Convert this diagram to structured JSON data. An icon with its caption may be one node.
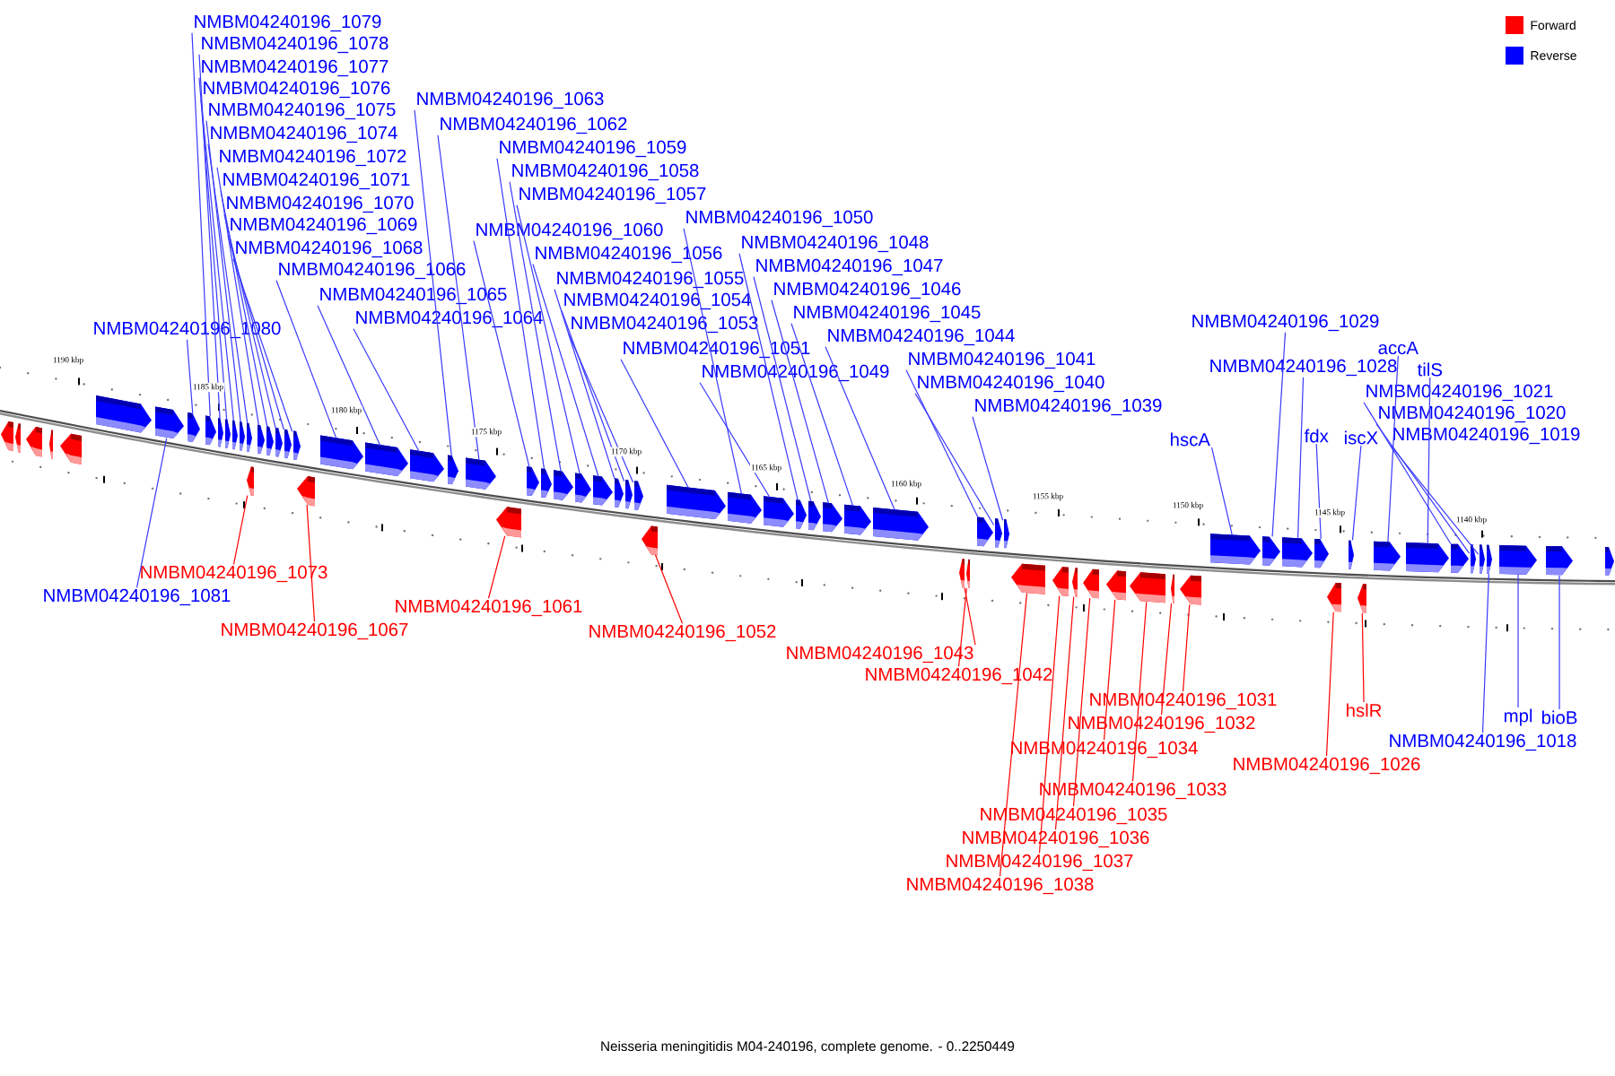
{
  "diagram": {
    "caption": "Neisseria meningitidis M04-240196, complete genome. - 0..2250449",
    "nodes": [
      {
        "text": [
          "NMBM04240196_1079"
        ]
      },
      {
        "text": [
          "NMBM04240196_1078"
        ]
      },
      {
        "text": [
          "NMBM04240196_1077"
        ]
      },
      {
        "text": [
          "NMBM04240196_1076"
        ]
      },
      {
        "text": [
          "NMBM04240196_1075"
        ]
      },
      {
        "text": [
          "NMBM04240196_1074"
        ]
      },
      {
        "text": [
          "NMBM04240196_1072"
        ]
      },
      {
        "text": [
          "NMBM04240196_1071"
        ]
      },
      {
        "text": [
          "NMBM04240196_1070"
        ]
      },
      {
        "text": [
          "NMBM04240196_1069"
        ]
      },
      {
        "text": [
          "NMBM04240196_1068"
        ]
      },
      {
        "text": [
          "NMBM04240196_1066"
        ]
      },
      {
        "text": [
          "NMBM04240196_1065"
        ]
      },
      {
        "text": [
          "NMBM04240196_1064"
        ]
      },
      {
        "text": [
          "NMBM04240196_1080"
        ]
      },
      {
        "text": [
          "NMBM04240196_1063"
        ]
      },
      {
        "text": [
          "NMBM04240196_1062"
        ]
      },
      {
        "text": [
          "NMBM04240196_1059"
        ]
      },
      {
        "text": [
          "NMBM04240196_1058"
        ]
      },
      {
        "text": [
          "NMBM04240196_1057"
        ]
      },
      {
        "text": [
          "NMBM04240196_1060"
        ]
      },
      {
        "text": [
          "NMBM04240196_1056"
        ]
      },
      {
        "text": [
          "NMBM04240196_1055"
        ]
      },
      {
        "text": [
          "NMBM04240196_1054"
        ]
      },
      {
        "text": [
          "NMBM04240196_1053"
        ]
      },
      {
        "text": [
          "NMBM04240196_1051"
        ]
      },
      {
        "text": [
          "NMBM04240196_1049"
        ]
      },
      {
        "text": [
          "NMBM04240196_1050"
        ]
      },
      {
        "text": [
          "NMBM04240196_1048"
        ]
      },
      {
        "text": [
          "NMBM04240196_1047"
        ]
      },
      {
        "text": [
          "NMBM04240196_1046"
        ]
      },
      {
        "text": [
          "NMBM04240196_1045"
        ]
      },
      {
        "text": [
          "NMBM04240196_1044"
        ]
      },
      {
        "text": [
          "NMBM04240196_1041"
        ]
      },
      {
        "text": [
          "NMBM04240196_1040"
        ]
      },
      {
        "text": [
          "NMBM04240196_1039"
        ]
      },
      {
        "text": [
          "NMBM04240196_1029"
        ]
      },
      {
        "text": [
          "NMBM04240196_1028"
        ]
      },
      {
        "text": [
          "accA"
        ]
      },
      {
        "text": [
          "tilS"
        ]
      },
      {
        "text": [
          "NMBM04240196_1021"
        ]
      },
      {
        "text": [
          "NMBM04240196_1020"
        ]
      },
      {
        "text": [
          "NMBM04240196_1019"
        ]
      },
      {
        "text": [
          "hscA"
        ]
      },
      {
        "text": [
          "fdx"
        ]
      },
      {
        "text": [
          "iscX"
        ]
      },
      {
        "text": [
          "NMBM04240196_1073"
        ]
      },
      {
        "text": [
          "NMBM04240196_1081"
        ]
      },
      {
        "text": [
          "NMBM04240196_1067"
        ]
      },
      {
        "text": [
          "NMBM04240196_1061"
        ]
      },
      {
        "text": [
          "NMBM04240196_1052"
        ]
      },
      {
        "text": [
          "NMBM04240196_1043"
        ]
      },
      {
        "text": [
          "NMBM04240196_1042"
        ]
      },
      {
        "text": [
          "NMBM04240196_1031"
        ]
      },
      {
        "text": [
          "NMBM04240196_1032"
        ]
      },
      {
        "text": [
          "NMBM04240196_1034"
        ]
      },
      {
        "text": [
          "NMBM04240196_1033"
        ]
      },
      {
        "text": [
          "NMBM04240196_1035"
        ]
      },
      {
        "text": [
          "NMBM04240196_1036"
        ]
      },
      {
        "text": [
          "NMBM04240196_1037"
        ]
      },
      {
        "text": [
          "NMBM04240196_1038"
        ]
      },
      {
        "text": [
          "NMBM04240196_1026"
        ]
      },
      {
        "text": [
          "hslR"
        ]
      },
      {
        "text": [
          "NMBM04240196_1018"
        ]
      },
      {
        "text": [
          "mpl"
        ]
      },
      {
        "text": [
          "bioB"
        ]
      },
      {
        "text": [],
        "shape": "arrow"
      },
      {
        "text": [],
        "shape": "arrow"
      },
      {
        "text": [],
        "shape": "arrow"
      },
      {
        "text": [],
        "shape": "arrow"
      },
      {
        "text": [],
        "shape": "arrow"
      },
      {
        "text": [],
        "shape": "arrow"
      },
      {
        "text": [],
        "shape": "arrow"
      },
      {
        "text": [],
        "shape": "arrow"
      },
      {
        "text": [],
        "shape": "arrow"
      },
      {
        "text": [],
        "shape": "arrow"
      },
      {
        "text": [],
        "shape": "arrow"
      },
      {
        "text": [],
        "shape": "arrow"
      },
      {
        "text": [],
        "shape": "arrow"
      },
      {
        "text": [],
        "shape": "arrow"
      },
      {
        "text": [],
        "shape": "arrow"
      },
      {
        "text": [],
        "shape": "arrow"
      },
      {
        "text": [],
        "shape": "arrow"
      },
      {
        "text": [],
        "shape": "arrow"
      },
      {
        "text": [],
        "shape": "arrow"
      },
      {
        "text": [],
        "shape": "arrow"
      },
      {
        "text": [],
        "shape": "arrow"
      },
      {
        "text": [],
        "shape": "arrow"
      },
      {
        "text": [],
        "shape": "arrow"
      },
      {
        "text": [],
        "shape": "arrow"
      },
      {
        "text": [],
        "shape": "arrow"
      },
      {
        "text": [],
        "shape": "arrow"
      },
      {
        "text": [],
        "shape": "arrow"
      },
      {
        "text": [],
        "shape": "arrow"
      },
      {
        "text": [],
        "shape": "arrow"
      },
      {
        "text": [],
        "shape": "arrow"
      },
      {
        "text": [],
        "shape": "arrow"
      },
      {
        "text": [],
        "shape": "arrow"
      },
      {
        "text": [],
        "shape": "arrow"
      },
      {
        "text": [],
        "shape": "arrow"
      },
      {
        "text": [],
        "shape": "arrow"
      },
      {
        "text": [],
        "shape": "arrow"
      },
      {
        "text": [],
        "shape": "arrow"
      },
      {
        "text": [],
        "shape": "arrow"
      },
      {
        "text": [],
        "shape": "arrow"
      },
      {
        "text": [],
        "shape": "arrow"
      },
      {
        "text": [],
        "shape": "arrow"
      },
      {
        "text": [],
        "shape": "arrow"
      },
      {
        "text": [],
        "shape": "arrow"
      },
      {
        "text": [],
        "shape": "arrow"
      },
      {
        "text": [],
        "shape": "arrow"
      },
      {
        "text": [],
        "shape": "arrow"
      },
      {
        "text": [],
        "shape": "arrow"
      },
      {
        "text": [],
        "shape": "arrow"
      },
      {
        "text": [],
        "shape": "arrow"
      },
      {
        "text": [],
        "shape": "arrow"
      },
      {
        "text": [],
        "shape": "arrow"
      },
      {
        "text": [],
        "shape": "arrow"
      },
      {
        "text": [],
        "shape": "arrow"
      },
      {
        "text": [],
        "shape": "arrow"
      },
      {
        "text": [],
        "shape": "arrow"
      },
      {
        "text": [],
        "shape": "arrow"
      },
      {
        "text": [],
        "shape": "arrow"
      },
      {
        "text": [],
        "shape": "arrow"
      },
      {
        "text": [],
        "shape": "arrow"
      },
      {
        "text": [],
        "shape": "arrow"
      },
      {
        "text": [],
        "shape": "arrow"
      },
      {
        "text": [],
        "shape": "arrow"
      },
      {
        "text": [],
        "shape": "arrow"
      },
      {
        "text": [],
        "shape": "arrow"
      },
      {
        "text": [],
        "shape": "arrow"
      },
      {
        "text": [],
        "shape": "arrow"
      },
      {
        "text": [],
        "shape": "arrow"
      },
      {
        "text": [],
        "shape": "arrow"
      },
      {
        "text": [],
        "shape": "arrow"
      },
      {
        "text": [],
        "shape": "arrow"
      },
      {
        "text": [],
        "shape": "arrow"
      },
      {
        "text": [],
        "shape": "arrow"
      },
      {
        "text": [],
        "shape": "arrow"
      }
    ],
    "edges": [
      {
        "from": 0,
        "to": 69,
        "arrow": "none"
      },
      {
        "from": 1,
        "to": 70,
        "arrow": "none"
      },
      {
        "from": 2,
        "to": 71,
        "arrow": "none"
      },
      {
        "from": 3,
        "to": 72,
        "arrow": "none"
      },
      {
        "from": 4,
        "to": 73,
        "arrow": "none"
      },
      {
        "from": 5,
        "to": 74,
        "arrow": "none"
      },
      {
        "from": 6,
        "to": 75,
        "arrow": "none"
      },
      {
        "from": 7,
        "to": 76,
        "arrow": "none"
      },
      {
        "from": 8,
        "to": 77,
        "arrow": "none"
      },
      {
        "from": 9,
        "to": 78,
        "arrow": "none"
      },
      {
        "from": 10,
        "to": 79,
        "arrow": "none"
      },
      {
        "from": 11,
        "to": 80,
        "arrow": "none"
      },
      {
        "from": 12,
        "to": 81,
        "arrow": "none"
      },
      {
        "from": 13,
        "to": 82,
        "arrow": "none"
      },
      {
        "from": 14,
        "to": 68,
        "arrow": "none"
      },
      {
        "from": 15,
        "to": 83,
        "arrow": "none"
      },
      {
        "from": 16,
        "to": 84,
        "arrow": "none"
      },
      {
        "from": 17,
        "to": 86,
        "arrow": "none"
      },
      {
        "from": 18,
        "to": 87,
        "arrow": "none"
      },
      {
        "from": 19,
        "to": 88,
        "arrow": "none"
      },
      {
        "from": 20,
        "to": 85,
        "arrow": "none"
      },
      {
        "from": 21,
        "to": 89,
        "arrow": "none"
      },
      {
        "from": 22,
        "to": 90,
        "arrow": "none"
      },
      {
        "from": 23,
        "to": 91,
        "arrow": "none"
      },
      {
        "from": 24,
        "to": 92,
        "arrow": "none"
      },
      {
        "from": 25,
        "to": 93,
        "arrow": "none"
      },
      {
        "from": 26,
        "to": 95,
        "arrow": "none"
      },
      {
        "from": 27,
        "to": 94,
        "arrow": "none"
      },
      {
        "from": 28,
        "to": 96,
        "arrow": "none"
      },
      {
        "from": 29,
        "to": 97,
        "arrow": "none"
      },
      {
        "from": 30,
        "to": 98,
        "arrow": "none"
      },
      {
        "from": 31,
        "to": 99,
        "arrow": "none"
      },
      {
        "from": 32,
        "to": 100,
        "arrow": "none"
      },
      {
        "from": 33,
        "to": 101,
        "arrow": "none"
      },
      {
        "from": 34,
        "to": 102,
        "arrow": "none"
      },
      {
        "from": 35,
        "to": 103,
        "arrow": "none"
      },
      {
        "from": 36,
        "to": 105,
        "arrow": "none"
      },
      {
        "from": 37,
        "to": 106,
        "arrow": "none"
      },
      {
        "from": 38,
        "to": 109,
        "arrow": "none"
      },
      {
        "from": 39,
        "to": 110,
        "arrow": "none"
      },
      {
        "from": 40,
        "to": 111,
        "arrow": "none"
      },
      {
        "from": 41,
        "to": 112,
        "arrow": "none"
      },
      {
        "from": 42,
        "to": 113,
        "arrow": "none"
      },
      {
        "from": 43,
        "to": 104,
        "arrow": "none"
      },
      {
        "from": 44,
        "to": 107,
        "arrow": "none"
      },
      {
        "from": 45,
        "to": 108,
        "arrow": "none"
      },
      {
        "from": 46,
        "to": 123,
        "arrow": "none",
        "color": "#ff0000"
      },
      {
        "from": 47,
        "to": 67,
        "arrow": "none"
      },
      {
        "from": 48,
        "to": 124,
        "arrow": "none",
        "color": "#ff0000"
      },
      {
        "from": 49,
        "to": 125,
        "arrow": "none",
        "color": "#ff0000"
      },
      {
        "from": 50,
        "to": 126,
        "arrow": "none",
        "color": "#ff0000"
      },
      {
        "from": 51,
        "to": 127,
        "arrow": "none",
        "color": "#ff0000"
      },
      {
        "from": 52,
        "to": 128,
        "arrow": "none",
        "color": "#ff0000"
      },
      {
        "from": 53,
        "to": 136,
        "arrow": "none",
        "color": "#ff0000"
      },
      {
        "from": 54,
        "to": 135,
        "arrow": "none",
        "color": "#ff0000"
      },
      {
        "from": 55,
        "to": 133,
        "arrow": "none",
        "color": "#ff0000"
      },
      {
        "from": 56,
        "to": 134,
        "arrow": "none",
        "color": "#ff0000"
      },
      {
        "from": 57,
        "to": 132,
        "arrow": "none",
        "color": "#ff0000"
      },
      {
        "from": 58,
        "to": 131,
        "arrow": "none",
        "color": "#ff0000"
      },
      {
        "from": 59,
        "to": 130,
        "arrow": "none",
        "color": "#ff0000"
      },
      {
        "from": 60,
        "to": 129,
        "arrow": "none",
        "color": "#ff0000"
      },
      {
        "from": 61,
        "to": 137,
        "arrow": "none",
        "color": "#ff0000"
      },
      {
        "from": 62,
        "to": 138,
        "arrow": "none",
        "color": "#ff0000"
      },
      {
        "from": 63,
        "to": 114,
        "arrow": "none"
      },
      {
        "from": 64,
        "to": 115,
        "arrow": "none"
      },
      {
        "from": 65,
        "to": 116,
        "arrow": "none"
      }
    ],
    "labels": [
      "1190 kbp",
      "1185 kbp",
      "1180 kbp",
      "1175 kbp",
      "1170 kbp",
      "1165 kbp",
      "1160 kbp",
      "1155 kbp",
      "1150 kbp",
      "1145 kbp",
      "1140 kbp"
    ],
    "legend": [
      {
        "text": "Forward",
        "color": "#ff0000"
      },
      {
        "text": "Reverse",
        "color": "#0000ff"
      }
    ]
  }
}
